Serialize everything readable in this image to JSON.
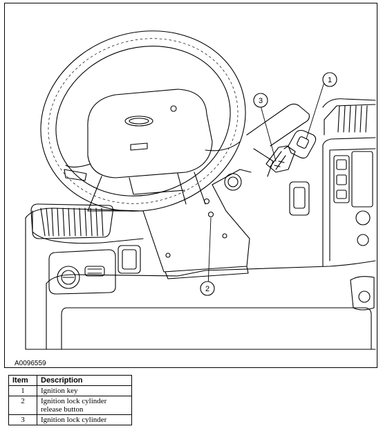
{
  "figure": {
    "id": "A0096559",
    "callouts": [
      "1",
      "2",
      "3"
    ]
  },
  "legend": {
    "headers": {
      "item": "Item",
      "description": "Description"
    },
    "rows": [
      {
        "item": "1",
        "description": "Ignition key"
      },
      {
        "item": "2",
        "description": "Ignition lock cylinder release button"
      },
      {
        "item": "3",
        "description": "Ignition lock cylinder"
      }
    ]
  },
  "colors": {
    "line": "#000000",
    "background": "#ffffff"
  }
}
